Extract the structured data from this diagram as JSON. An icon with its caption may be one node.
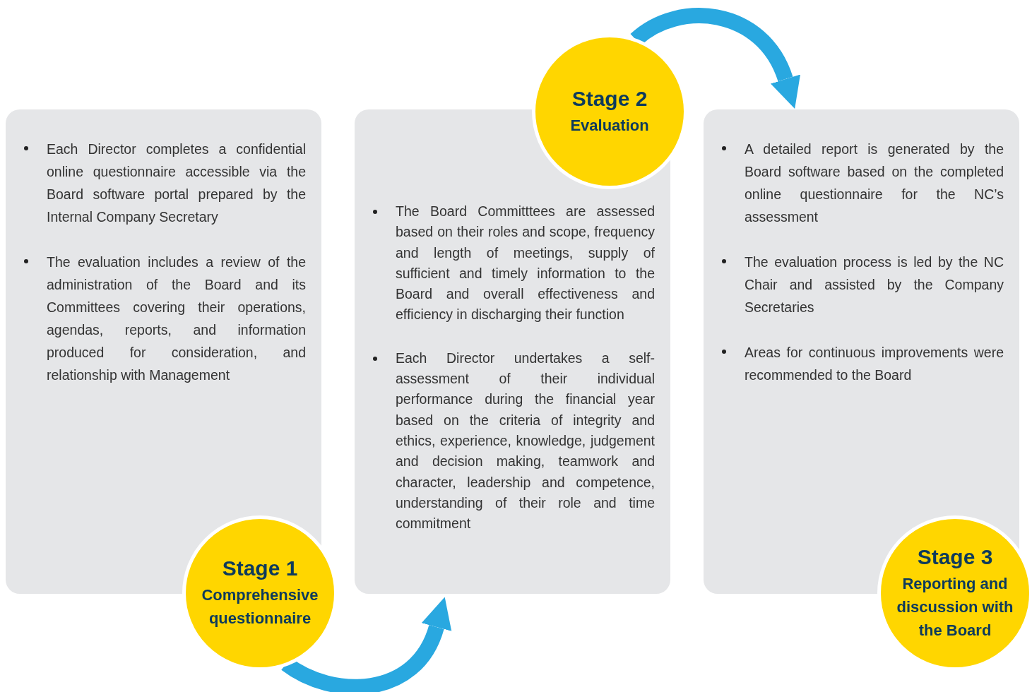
{
  "diagram": {
    "nodes": [
      {
        "text": [
          "Each Director completes a confidential online questionnaire accessible via the Board software portal prepared by the Internal Company Secretary",
          "The evaluation includes a review of the administration of the Board and its Committees covering their operations, agendas, reports, and information produced for consideration, and relationship with Management"
        ]
      },
      {
        "text": [
          "Stage 1",
          "Comprehensive questionnaire"
        ]
      },
      {
        "text": [
          "The Board Committtees are assessed based on their roles and scope, frequency and length of meetings, supply of sufficient and timely information to the Board and overall effectiveness and efficiency in discharging their function",
          "Each Director undertakes a self-assessment of their individual performance during the financial year based on the criteria of integrity and ethics, experience, knowledge, judgement and decision making, teamwork and character, leadership and competence, understanding of their role and time commitment"
        ]
      },
      {
        "text": [
          "Stage 2",
          "Evaluation"
        ]
      },
      {
        "text": [
          "A detailed report is generated by the Board software based on the completed online questionnaire for the NC’s assessment",
          "The evaluation process is led by the NC Chair and assisted by the Company Secretaries",
          "Areas for continuous improvements were recommended to the Board"
        ]
      },
      {
        "text": [
          "Stage 3",
          "Reporting and discussion with the Board"
        ]
      }
    ],
    "edges": [
      {
        "from": 1,
        "to": 2,
        "arrow": "to"
      },
      {
        "from": 3,
        "to": 4,
        "arrow": "to"
      }
    ]
  }
}
